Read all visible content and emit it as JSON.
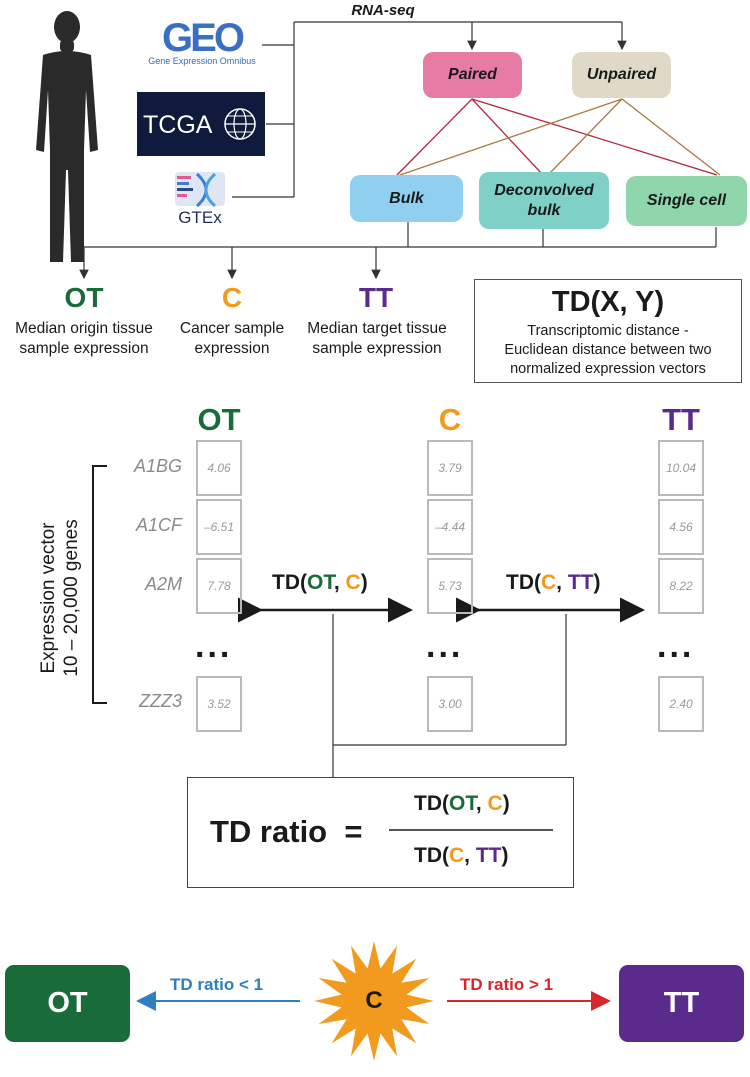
{
  "colors": {
    "origin": "#1a6b3a",
    "cancer": "#f29a1e",
    "target": "#5a2b8c",
    "paired": "#e87ba3",
    "unpaired": "#e0d9c8",
    "bulk": "#8fd0f0",
    "deconvolved": "#7fd1c8",
    "single_cell": "#8fd6ad",
    "ratio_low": "#2f7fc1",
    "ratio_high": "#d9262c"
  },
  "sources": {
    "geo_logo": "GEO",
    "geo_sub": "Gene Expression Omnibus",
    "tcga": "TCGA",
    "gtex": "GTEx",
    "human_icon": "human-silhouette-icon",
    "dna_icon": "dna-helix-icon"
  },
  "pipeline": {
    "rnaseq": "RNA-seq",
    "paired": "Paired",
    "unpaired": "Unpaired",
    "bulk": "Bulk",
    "deconvolved_line1": "Deconvolved",
    "deconvolved_line2": "bulk",
    "single_cell": "Single cell"
  },
  "key": {
    "ot_abbr": "OT",
    "ot_desc_line1": "Median origin tissue",
    "ot_desc_line2": "sample expression",
    "c_abbr": "C",
    "c_desc_line1": "Cancer sample",
    "c_desc_line2": "expression",
    "tt_abbr": "TT",
    "tt_desc_line1": "Median target tissue",
    "tt_desc_line2": "sample expression"
  },
  "td_box": {
    "title": "TD(X, Y)",
    "desc_line1": "Transcriptomic distance -",
    "desc_line2": "Euclidean distance between two",
    "desc_line3": "normalized expression vectors"
  },
  "vectors": {
    "axis_label_line1": "Expression vector",
    "axis_label_line2": "10 – 20,000 genes",
    "genes": [
      "A1BG",
      "A1CF",
      "A2M",
      "ZZZ3"
    ],
    "ellipsis": "...",
    "columns": [
      {
        "name": "OT",
        "values": [
          "4.06",
          "–6.51",
          "7.78",
          "3.52"
        ]
      },
      {
        "name": "C",
        "values": [
          "3.79",
          "–4.44",
          "5.73",
          "3.00"
        ]
      },
      {
        "name": "TT",
        "values": [
          "10.04",
          "4.56",
          "8.22",
          "2.40"
        ]
      }
    ]
  },
  "distances": {
    "td": "TD",
    "open": "(",
    "comma": ", ",
    "close": ")",
    "ot": "OT",
    "c": "C",
    "tt": "TT"
  },
  "ratio": {
    "label": "TD ratio",
    "equals": "="
  },
  "outcome": {
    "ot": "OT",
    "c": "C",
    "tt": "TT",
    "low_label": "TD ratio < 1",
    "high_label": "TD ratio > 1"
  }
}
